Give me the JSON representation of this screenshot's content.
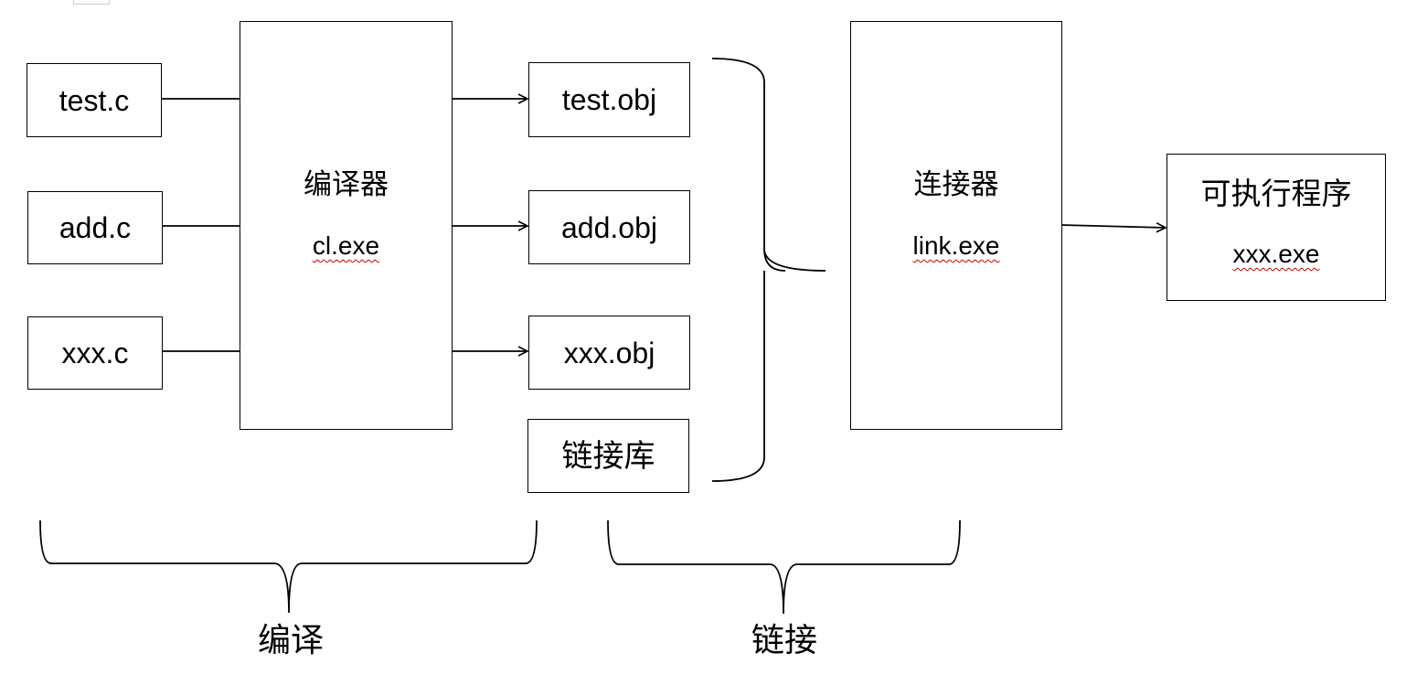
{
  "sources": [
    {
      "label": "test.c"
    },
    {
      "label": "add.c"
    },
    {
      "label": "xxx.c"
    }
  ],
  "compiler": {
    "title": "编译器",
    "exe": "cl.exe"
  },
  "objects": [
    {
      "label": "test.obj"
    },
    {
      "label": "add.obj"
    },
    {
      "label": "xxx.obj"
    }
  ],
  "library": {
    "label": "链接库"
  },
  "linker": {
    "title": "连接器",
    "exe": "link.exe"
  },
  "executable": {
    "title": "可执行程序",
    "exe": "xxx.exe"
  },
  "phases": {
    "compile": "编译",
    "link": "链接"
  }
}
